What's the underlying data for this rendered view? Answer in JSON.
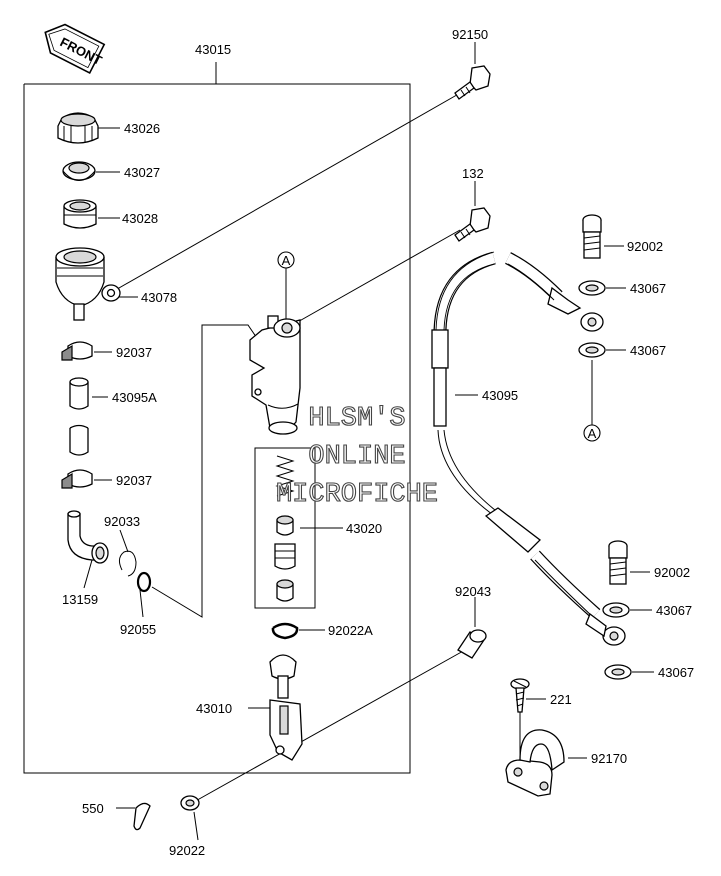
{
  "front_label": "FRONT",
  "watermark": {
    "line1": "HLSM'S",
    "line2": "ONLINE",
    "line3": "MICROFICHE"
  },
  "callout_a": "A",
  "labels": {
    "p43015": "43015",
    "p43026": "43026",
    "p43027": "43027",
    "p43028": "43028",
    "p43078": "43078",
    "p92037a": "92037",
    "p43095A": "43095A",
    "p92037b": "92037",
    "p92033": "92033",
    "p13159": "13159",
    "p92055": "92055",
    "p92150": "92150",
    "p132": "132",
    "p92002a": "92002",
    "p43067a": "43067",
    "p43067b": "43067",
    "p43095": "43095",
    "p43020": "43020",
    "p92022A": "92022A",
    "p92002b": "92002",
    "p43067c": "43067",
    "p43067d": "43067",
    "p92043": "92043",
    "p43010": "43010",
    "p221": "221",
    "p92170": "92170",
    "p550": "550",
    "p92022": "92022"
  }
}
